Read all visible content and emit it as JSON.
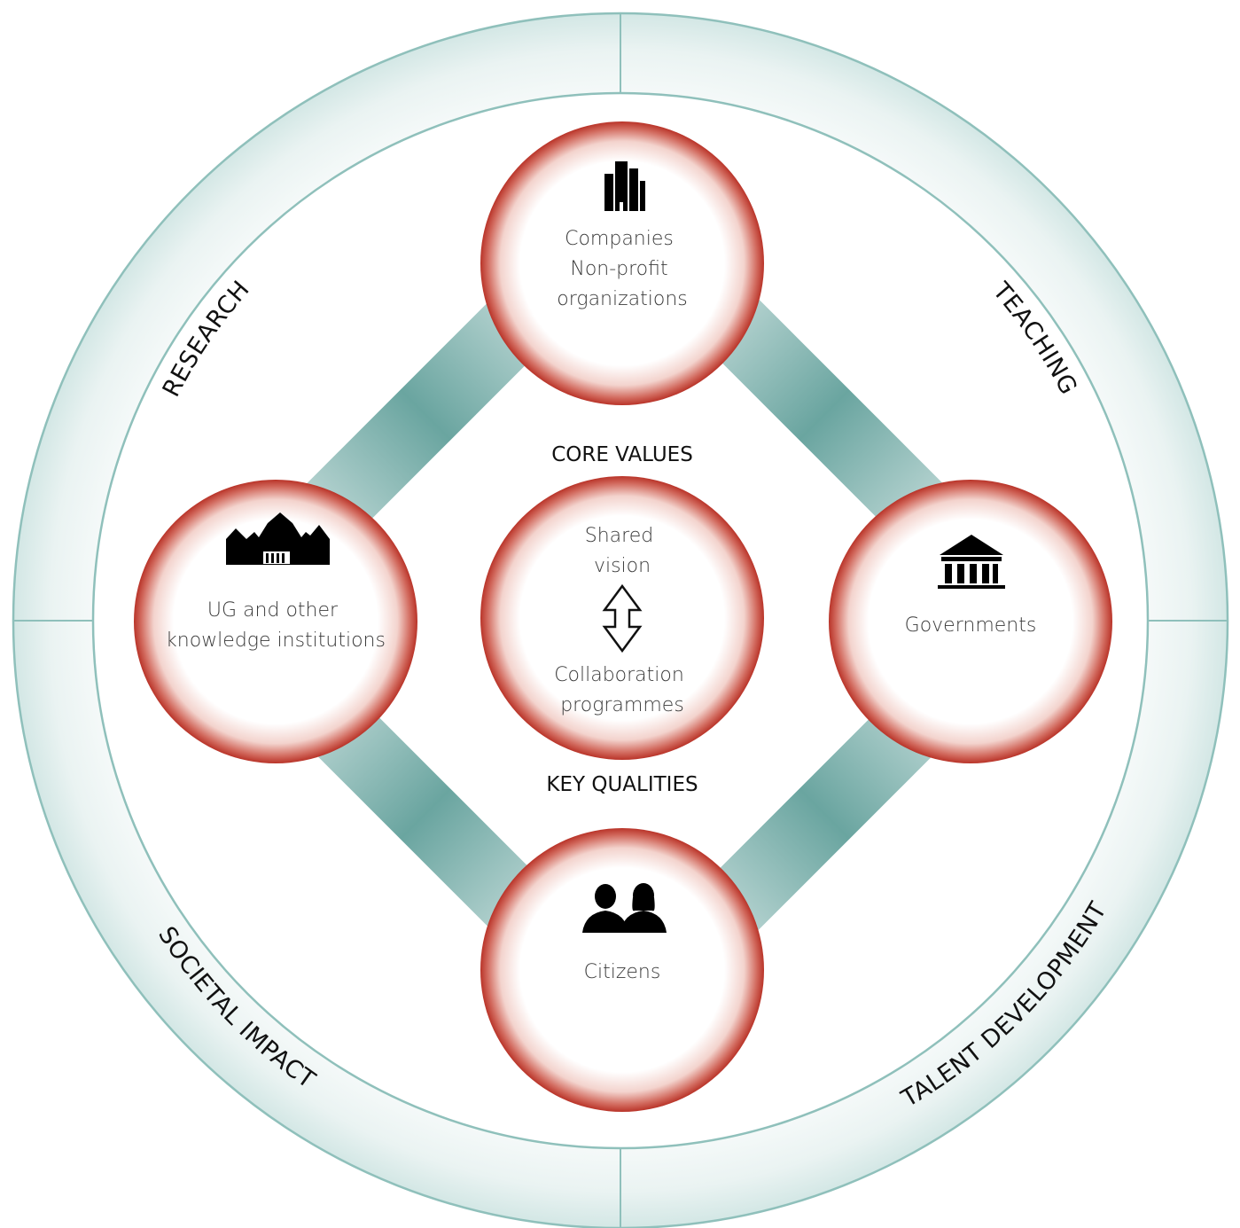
{
  "ring_labels": {
    "top_left": "RESEARCH",
    "top_right": "TEACHING",
    "bottom_left": "SOCIETAL IMPACT",
    "bottom_right": "TALENT DEVELOPMENT"
  },
  "nodes": {
    "top": {
      "icon": "buildings-icon",
      "lines": [
        "Companies",
        "Non-profit",
        "organizations"
      ]
    },
    "left": {
      "icon": "university-building-icon",
      "lines": [
        "UG and other",
        "knowledge institutions"
      ]
    },
    "right": {
      "icon": "government-building-icon",
      "lines": [
        "Governments"
      ]
    },
    "bottom": {
      "icon": "people-icon",
      "lines": [
        "Citizens"
      ]
    },
    "center": {
      "icon": "double-arrow-vertical-icon",
      "top_lines": [
        "Shared",
        "vision"
      ],
      "bottom_lines": [
        "Collaboration",
        "programmes"
      ]
    }
  },
  "core_headings": {
    "above": "CORE VALUES",
    "below": "KEY QUALITIES"
  },
  "colors": {
    "ring_teal": "#7fb8b3",
    "ring_fill": "#e4f0ef",
    "node_red": "#c0392b",
    "text_dark": "#111111"
  }
}
